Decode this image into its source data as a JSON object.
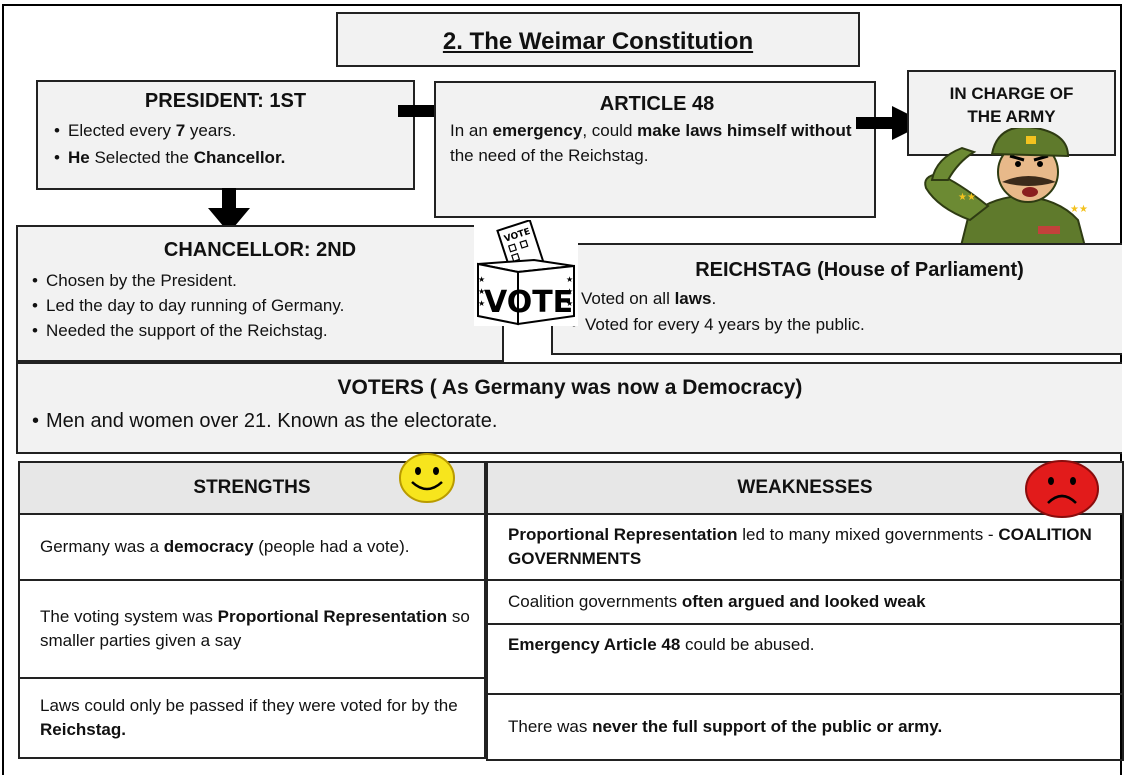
{
  "title": "2. The  Weimar Constitution",
  "president": {
    "heading": "PRESIDENT: 1ST",
    "b1_a": "Elected every ",
    "b1_b": "7",
    "b1_c": " years.",
    "b2_a": "He",
    "b2_b": " Selected the ",
    "b2_c": "Chancellor."
  },
  "article48": {
    "heading": "ARTICLE 48",
    "t1": "In an ",
    "t2": "emergency",
    "t3": ", could ",
    "t4": "make laws himself without",
    "t5": " the need of the Reichstag."
  },
  "army": {
    "line1": "IN CHARGE OF",
    "line2": "THE ARMY"
  },
  "chancellor": {
    "heading": "CHANCELLOR: 2ND",
    "items": [
      "Chosen by the President.",
      "Led the day to day running of Germany.",
      "Needed the support of the Reichstag."
    ]
  },
  "vote_box": {
    "label": "VOTE",
    "paper": "VOTE"
  },
  "reichstag": {
    "heading": "REICHSTAG (House of Parliament)",
    "i1_a": "Voted on all ",
    "i1_b": "laws",
    "i1_c": ".",
    "i2": "Voted for every 4 years by the public."
  },
  "voters": {
    "heading": "VOTERS ( As Germany was now a Democracy)",
    "item": "Men and women over 21. Known as the electorate."
  },
  "strengths": {
    "header": "STRENGTHS",
    "r1_a": "Germany was a ",
    "r1_b": "democracy",
    "r1_c": " (people had a vote).",
    "r2_a": "The voting system was ",
    "r2_b": "Proportional Representation",
    "r2_c": " so smaller parties given a say",
    "r3_a": "Laws could only be passed if they were voted for by the ",
    "r3_b": "Reichstag."
  },
  "weaknesses": {
    "header": "WEAKNESSES",
    "r1_a": "Proportional Representation",
    "r1_b": " led to many mixed governments - ",
    "r1_c": "COALITION GOVERNMENTS",
    "r2_a": "Coalition governments ",
    "r2_b": "often argued and looked weak",
    "r3_a": "Emergency Article 48",
    "r3_b": " could be abused.",
    "r4_a": "There was ",
    "r4_b": "never the full support of the public or army."
  },
  "colors": {
    "box_bg": "#f2f2f2",
    "happy": "#f7e51d",
    "sad": "#e21b1b",
    "soldier": "#5f7a2c"
  }
}
